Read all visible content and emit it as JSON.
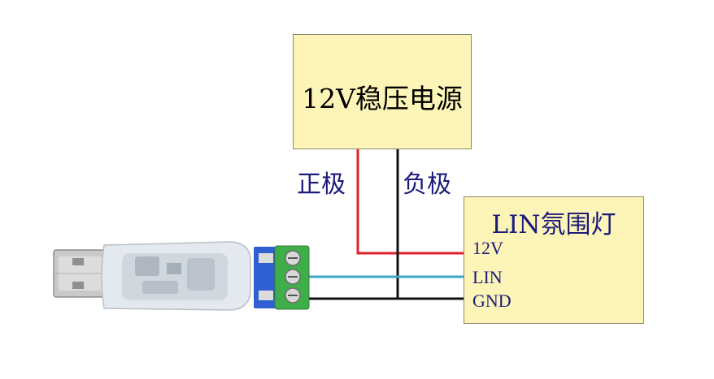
{
  "power_supply": {
    "label": "12V稳压电源"
  },
  "wires": {
    "positive_label": "正极",
    "negative_label": "负极"
  },
  "lin_lamp": {
    "title": "LIN氛围灯",
    "pins": [
      "12V",
      "LIN",
      "GND"
    ]
  },
  "colors": {
    "box_fill": "#fdf5b8",
    "positive_wire": "#e0202a",
    "negative_wire": "#111111",
    "lin_wire": "#3aa6c9",
    "text_blue": "#1b1b7a",
    "terminal_green": "#3fae4a",
    "pcb_blue": "#2f5fd0"
  },
  "device": {
    "type": "USB-LIN adapter",
    "connector_icon": "usb-plug-icon",
    "terminal_icon": "screw-terminal-icon"
  }
}
